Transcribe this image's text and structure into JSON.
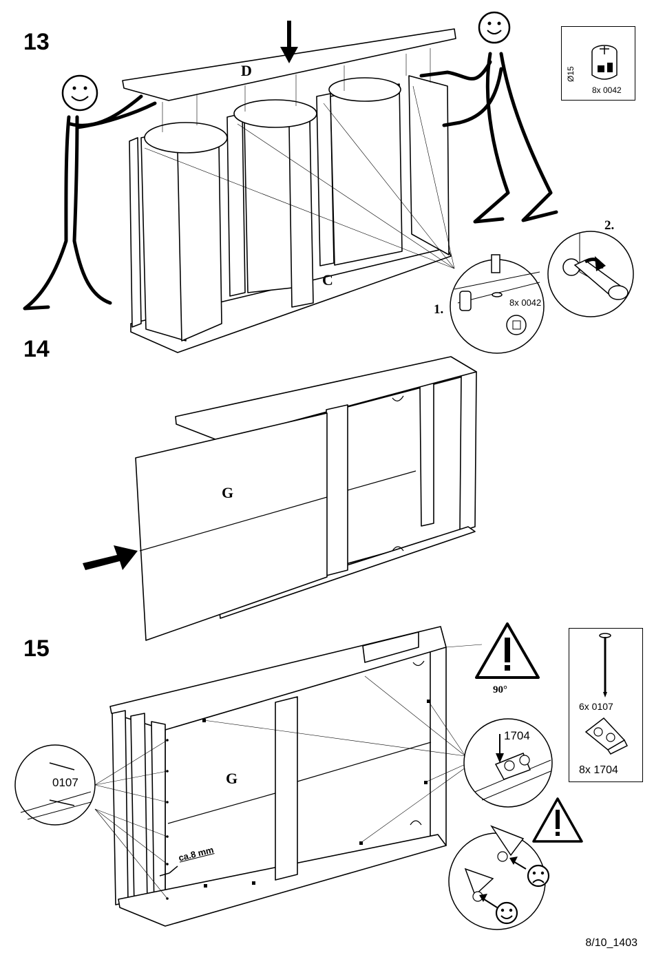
{
  "steps": [
    {
      "number": "13",
      "panel_label": "D",
      "second_label": "C"
    },
    {
      "number": "14",
      "panel_label": "G"
    },
    {
      "number": "15",
      "panel_label": "G"
    }
  ],
  "step13": {
    "hardware_box": {
      "diameter": "Ø15",
      "quantity": "8x 0042"
    },
    "detail": {
      "sub1": "1.",
      "sub2": "2.",
      "quantity": "8x 0042"
    }
  },
  "step15": {
    "hardware_box": {
      "nail_quantity": "6x 0107",
      "bracket_quantity": "8x 1704"
    },
    "nail_code": "0107",
    "bracket_code": "1704",
    "angle": "90°",
    "distance": "ca.8 mm"
  },
  "footer": {
    "page_code": "8/10_1403"
  },
  "icons": [
    "arrow-down-icon",
    "arrow-right-icon",
    "warning-icon",
    "sad-face-icon",
    "happy-face-icon",
    "screwdriver-icon",
    "cam-lock-icon",
    "nail-icon",
    "corner-bracket-icon"
  ]
}
